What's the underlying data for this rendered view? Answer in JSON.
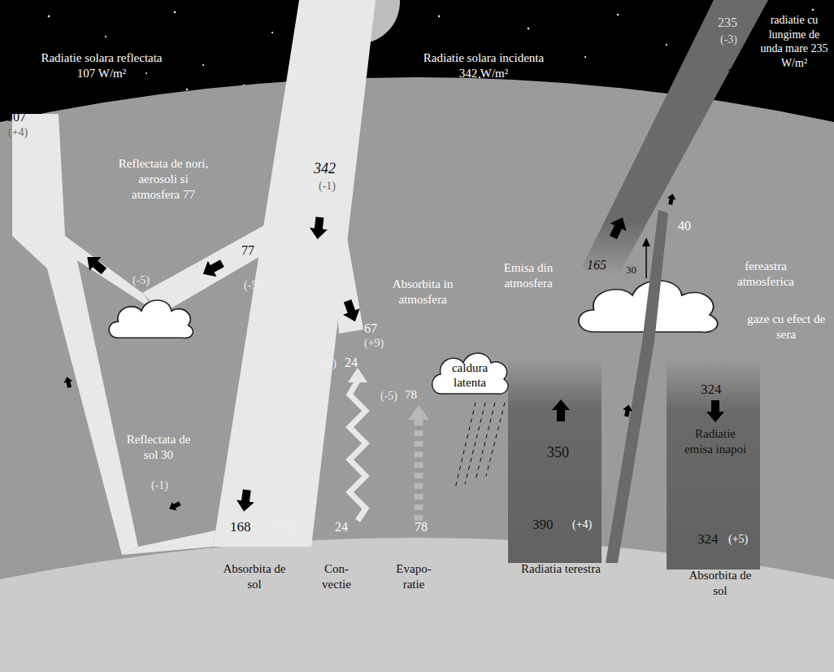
{
  "diagram": {
    "nodes": [
      {
        "text": [
          "caldura latenta"
        ]
      }
    ],
    "labels": [
      "Radiatie solara reflectata 107 W/m²",
      "Radiatie solara incidenta 342 W/m²",
      "radiatie cu lungime de unda mare 235 W/m²",
      "107",
      "(+4)",
      "Reflectata de nori, aerosoli si atmosfera 77",
      "342",
      "(-1)",
      "77",
      "(-5)",
      "(-5)",
      "Absorbita in atmosfera",
      "67",
      "(+9)",
      "235",
      "(-3)",
      "165",
      "30",
      "40",
      "Emisa din atmosfera",
      "fereastra atmosferica",
      "gaze cu efect de sera",
      "(-3)",
      "24",
      "(-5)",
      "78",
      "350",
      "324",
      "Radiatie emisa inapoi",
      "Reflectata de sol 30",
      "(-1)",
      "168",
      "(-13)",
      "24",
      "78",
      "390",
      "(+4)",
      "324",
      "(+5)",
      "Absorbita de sol",
      "Con- vectie",
      "Evapo- ratie",
      "Radiatia terestra",
      "Absorbita de sol"
    ]
  }
}
